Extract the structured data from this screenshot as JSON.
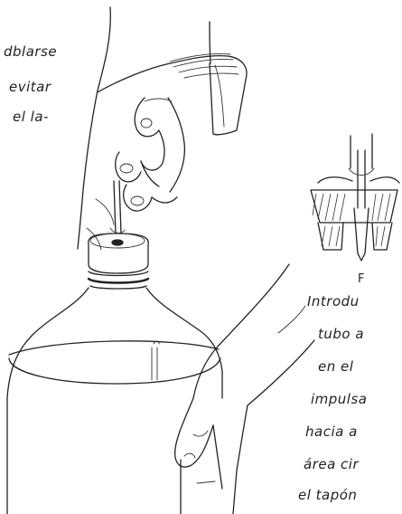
{
  "left_caption": {
    "lines": [
      "dblarse",
      "evitar",
      "el la-"
    ]
  },
  "figure_label": "F",
  "right_caption": {
    "lines": [
      "Introdu",
      "tubo a",
      "en el",
      "impulsa",
      "hacia a",
      "área cir",
      "el tapón"
    ]
  }
}
